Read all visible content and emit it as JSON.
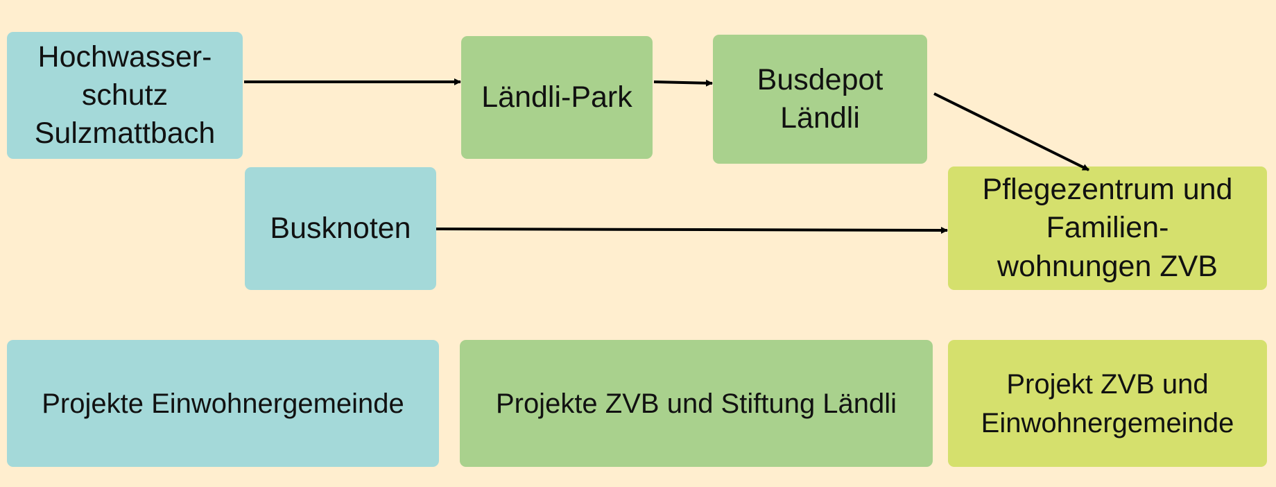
{
  "nodes": {
    "hochwasser": "Hochwasser-\nschutz\nSulzmattbach",
    "laendli_park": "Ländli-Park",
    "busdepot": "Busdepot\nLändli",
    "busknoten": "Busknoten",
    "pflegezentrum": "Pflegezentrum und\nFamilien-\nwohnungen ZVB"
  },
  "legend": {
    "einwohnergemeinde": "Projekte Einwohnergemeinde",
    "zvb_stiftung": "Projekte ZVB und Stiftung Ländli",
    "zvb_einwohnergemeinde": "Projekt ZVB und\nEinwohnergemeinde"
  },
  "colors": {
    "background": "#ffeecf",
    "einwohnergemeinde": "#a4d9d9",
    "zvb_stiftung": "#a9d18d",
    "zvb_einwohnergemeinde": "#d5e06d",
    "arrow": "#000000"
  }
}
